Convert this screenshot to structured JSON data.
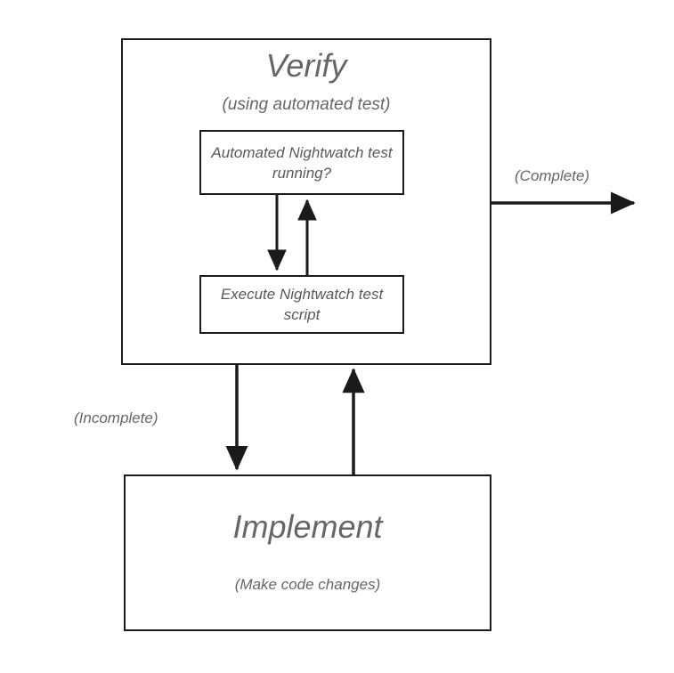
{
  "diagram": {
    "type": "flowchart",
    "title": "Verify / Implement development loop",
    "colors": {
      "stroke": "#1a1a1a",
      "text": "#666666",
      "inner_text": "#595959",
      "background": "#ffffff"
    },
    "nodes": {
      "verify": {
        "title": "Verify",
        "subtitle": "(using automated test)"
      },
      "check_test": {
        "label": "Automated Nightwatch test running?"
      },
      "execute_test": {
        "label": "Execute Nightwatch test script"
      },
      "implement": {
        "title": "Implement",
        "subtitle": "(Make code changes)"
      }
    },
    "edges": [
      {
        "id": "complete",
        "label": "(Complete)",
        "from": "verify",
        "to": "exit",
        "direction": "right"
      },
      {
        "id": "incomplete",
        "label": "(Incomplete)",
        "from": "verify",
        "to": "implement",
        "direction": "down"
      },
      {
        "id": "rework",
        "label": "",
        "from": "implement",
        "to": "verify",
        "direction": "up"
      },
      {
        "id": "check-to-execute",
        "label": "",
        "from": "check_test",
        "to": "execute_test",
        "direction": "down"
      },
      {
        "id": "execute-to-check",
        "label": "",
        "from": "execute_test",
        "to": "check_test",
        "direction": "up"
      }
    ]
  }
}
